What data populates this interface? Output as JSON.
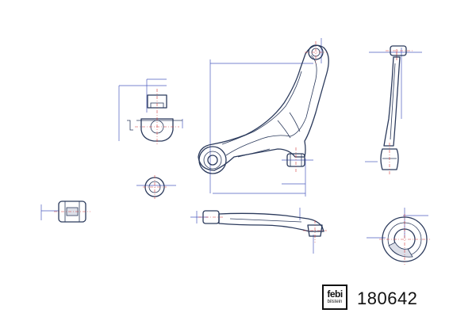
{
  "brand": {
    "logo_main": "febi",
    "logo_sub": "bilstein"
  },
  "part_number": "180642",
  "colors": {
    "outline": "#2b3a5c",
    "dimension": "#4b5bbf",
    "centerline": "#d23a3a"
  }
}
